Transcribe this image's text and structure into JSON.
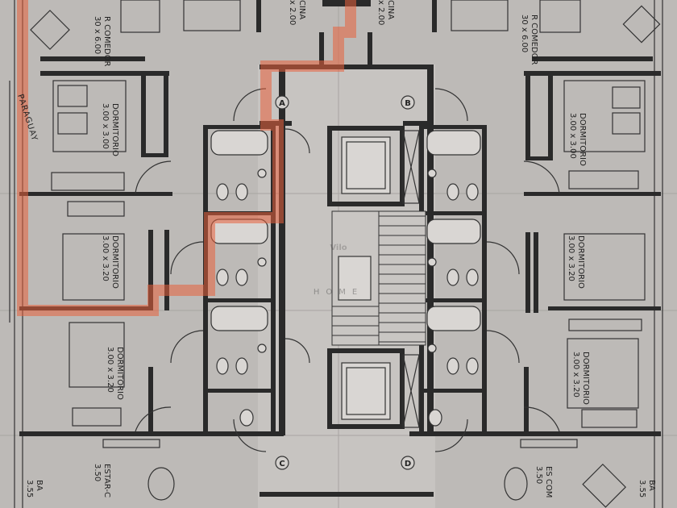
{
  "street": "PARAGUAY",
  "watermark": {
    "main": "Vilo",
    "sub": "HOME"
  },
  "units": [
    "A",
    "B",
    "C",
    "D"
  ],
  "rooms": {
    "comedor_left": {
      "name": "R COMEDOR",
      "dims": "30 x 6.00"
    },
    "comedor_right": {
      "name": "R COMEDOR",
      "dims": "30 x 6.00"
    },
    "cocina_left": {
      "name": "CINA",
      "dims": "x 2.00"
    },
    "cocina_right": {
      "name": "CINA",
      "dims": "x 2.00"
    },
    "dorm_l1": {
      "name": "DORMITORIO",
      "dims": "3.00 x 3.00"
    },
    "dorm_l2": {
      "name": "DORMITORIO",
      "dims": "3.00 x 3.20"
    },
    "dorm_l3": {
      "name": "DORMITORIO",
      "dims": "3.00 x 3.20"
    },
    "dorm_r1": {
      "name": "DORMITORIO",
      "dims": "3.00 x 3.00"
    },
    "dorm_r2": {
      "name": "DORMITORIO",
      "dims": "3.00 x 3.20"
    },
    "dorm_r3": {
      "name": "DORMITORIO",
      "dims": "3.00 x 3.20"
    },
    "estar_left": {
      "name": "ESTAR-C",
      "dims": "3.50"
    },
    "estar_right": {
      "name": "ES COM",
      "dims": "3.50"
    },
    "balcon_left": {
      "name": "BA",
      "dims": "3.55"
    },
    "balcon_right": {
      "name": "BA",
      "dims": "3.55"
    }
  },
  "colors": {
    "paper": "#b9b6b3",
    "ink": "#2a2a2a",
    "highlight": "#e8603c"
  }
}
